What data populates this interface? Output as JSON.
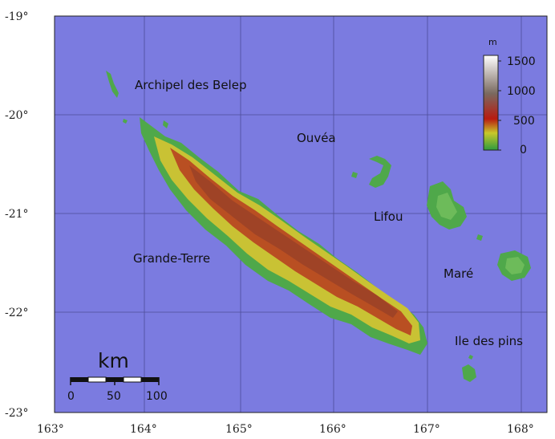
{
  "map": {
    "places": {
      "belep": "Archipel des Belep",
      "ouvea": "Ouvéa",
      "lifou": "Lifou",
      "grande_terre": "Grande-Terre",
      "mare": "Maré",
      "pins": "Ile des pins"
    },
    "lat_ticks": [
      "-19°",
      "-20°",
      "-21°",
      "-22°",
      "-23°"
    ],
    "lon_ticks": [
      "163°",
      "164°",
      "165°",
      "166°",
      "167°",
      "168°"
    ],
    "legend": {
      "unit": "m",
      "ticks": [
        "1500",
        "1000",
        "500",
        "0"
      ],
      "values": [
        1500,
        1000,
        500,
        0
      ],
      "colors": [
        "#ffffff",
        "#8a7a70",
        "#b01010",
        "#b8b820",
        "#40a040"
      ]
    },
    "scale_bar": {
      "unit": "km",
      "ticks": [
        "0",
        "50",
        "100"
      ]
    },
    "colors": {
      "ocean": "#7b7be0",
      "lowland": "#4fa84a",
      "midland": "#c9c234",
      "highland": "#b3281c",
      "grid": "#3a3a7a"
    }
  }
}
